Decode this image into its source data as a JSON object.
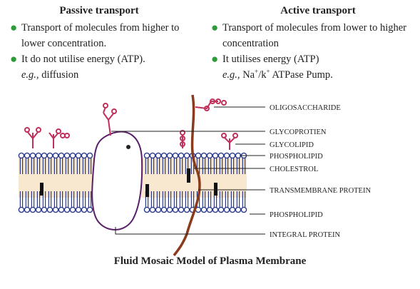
{
  "passive": {
    "title": "Passive transport",
    "point1": "Transport of molecules from higher to lower concentration.",
    "point2": "It  do not utilise energy (ATP).",
    "example_prefix": "e.g.,",
    "example_text": "diffusion"
  },
  "active": {
    "title": "Active transport",
    "point1": "Transport of molecules from lower to higher concentration",
    "point2": "It utilises energy (ATP)",
    "example_prefix": "e.g.,",
    "example_na": "Na",
    "example_sup1": "+",
    "example_slash": "/k",
    "example_sup2": "+",
    "example_rest": "ATPase Pump."
  },
  "labels": {
    "oligosaccharide": "OLIGOSACCHARIDE",
    "glycoprotien": "GLYCOPROTIEN",
    "glycolipid": "GLYCOLIPID",
    "phospholipid_top": "PHOSPHOLIPID",
    "cholestrol": "CHOLESTROL",
    "transmembrane": "TRANSMEMBRANE PROTEIN",
    "phospholipid_bottom": "PHOSPHOLIPID",
    "integral": "INTEGRAL PROTEIN"
  },
  "caption": "Fluid Mosaic Model of Plasma Membrane",
  "colors": {
    "bullet": "#2f9a3a",
    "lipid": "#2a3a8c",
    "sugar": "#c0305a",
    "protein_stroke": "#5a1f6a",
    "transmembrane": "#8a3b1c",
    "core": "#f3d6a8"
  }
}
